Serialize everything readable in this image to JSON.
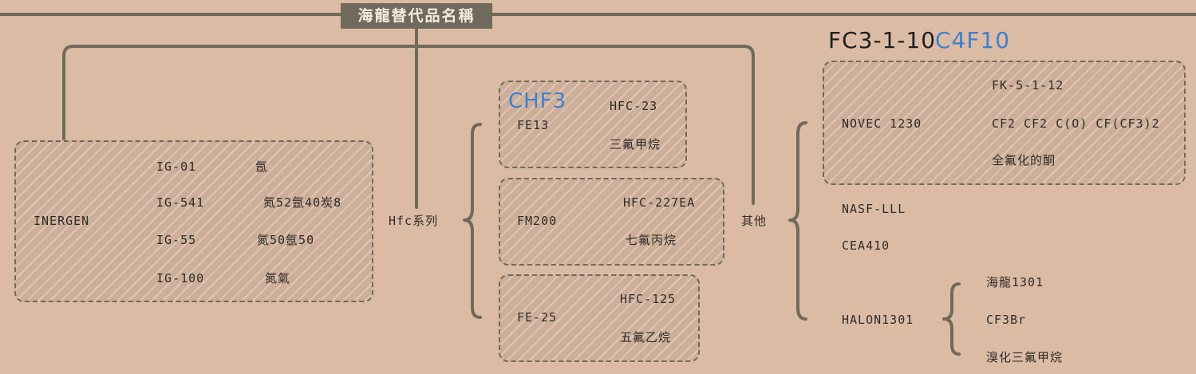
{
  "title": "海龍替代品名稱",
  "left": {
    "root": "INERGEN",
    "items": [
      {
        "code": "IG-01",
        "desc": "氬"
      },
      {
        "code": "IG-541",
        "desc": "氮52氬40炭8"
      },
      {
        "code": "IG-55",
        "desc": "氮50氬50"
      },
      {
        "code": "IG-100",
        "desc": "氮氣"
      }
    ]
  },
  "hfc": {
    "label": "Hfc系列",
    "annotation": "CHF3",
    "groups": [
      {
        "name": "FE13",
        "items": [
          "HFC-23",
          "三氟甲烷"
        ]
      },
      {
        "name": "FM200",
        "items": [
          "HFC-227EA",
          "七氟丙烷"
        ]
      },
      {
        "name": "FE-25",
        "items": [
          "HFC-125",
          "五氟乙烷"
        ]
      }
    ]
  },
  "other": {
    "label": "其他",
    "annotation_code": "FC3-1-10",
    "annotation_formula": "C4F10",
    "novec": {
      "name": "NOVEC 1230",
      "items": [
        "FK-5-1-12",
        "CF2 CF2 C(O) CF(CF3)2",
        "全氟化的酮"
      ]
    },
    "nasf": "NASF-LLL",
    "cea": "CEA410",
    "halon": {
      "name": "HALON1301",
      "items": [
        "海龍1301",
        "CF3Br",
        "溴化三氟甲烷"
      ]
    }
  }
}
